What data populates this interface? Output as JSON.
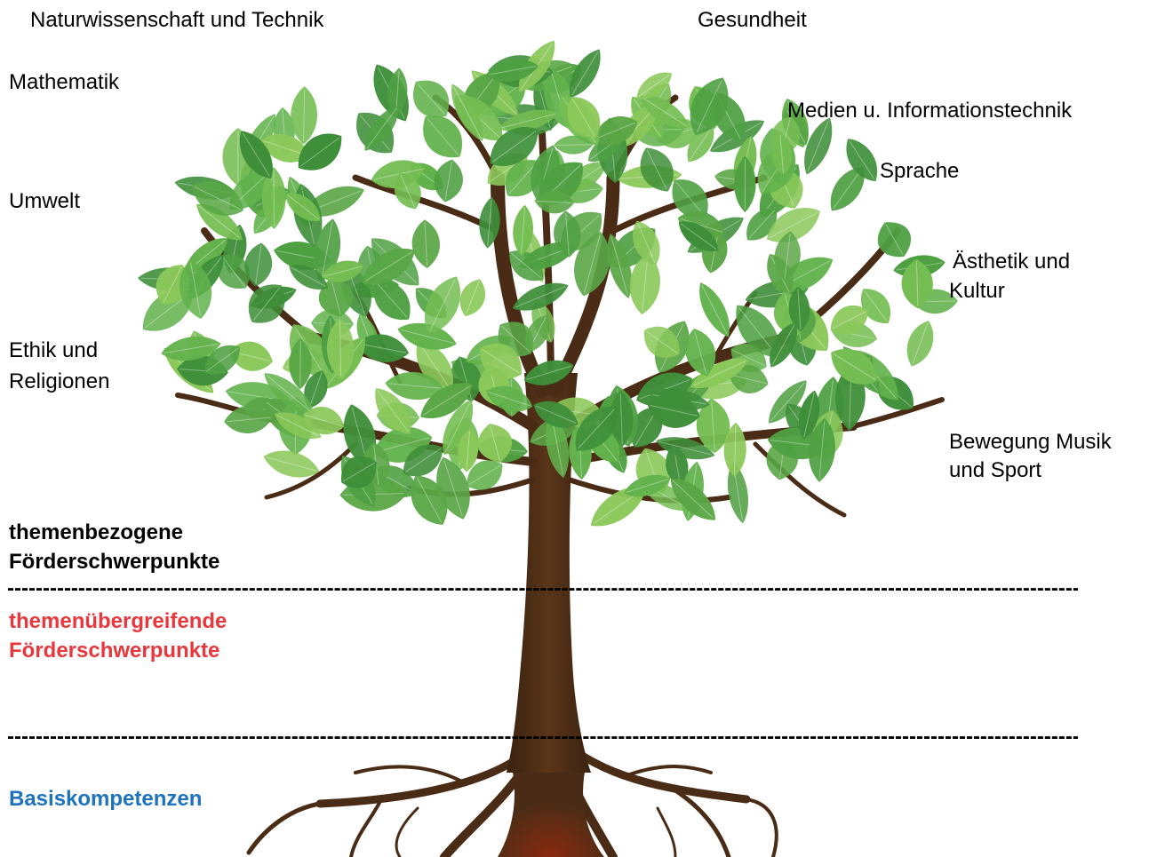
{
  "labels": {
    "top_left": "Naturwissenschaft und Technik",
    "top_right": "Gesundheit",
    "mathematik": "Mathematik",
    "medien": "Medien u.  Informationstechnik",
    "sprache": "Sprache",
    "umwelt": "Umwelt",
    "aesthetik_line1": "Ästhetik und",
    "aesthetik_line2": "Kultur",
    "ethik_line1": "Ethik und",
    "ethik_line2": "Religionen",
    "bewegung_line1": "Bewegung Musik",
    "bewegung_line2": "und Sport"
  },
  "levels": {
    "themenbezogen_line1": "themenbezogene",
    "themenbezogen_line2": "Förderschwerpunkte",
    "themenuebergreifend_line1": "themenübergreifende",
    "themenuebergreifend_line2": "Förderschwerpunkte",
    "basis": "Basiskompetenzen",
    "divider_text": "------------------------------------------------------------------------------------------------------------------------------------------------------------------------------------------------------------------------------"
  },
  "colors": {
    "themenbezogen": "#000000",
    "themenuebergreifend": "#e8383d",
    "basis": "#1e73be",
    "trunk": "#4a2c16",
    "leaf_dark": "#3f8f3a",
    "leaf_light": "#8bc85a"
  }
}
